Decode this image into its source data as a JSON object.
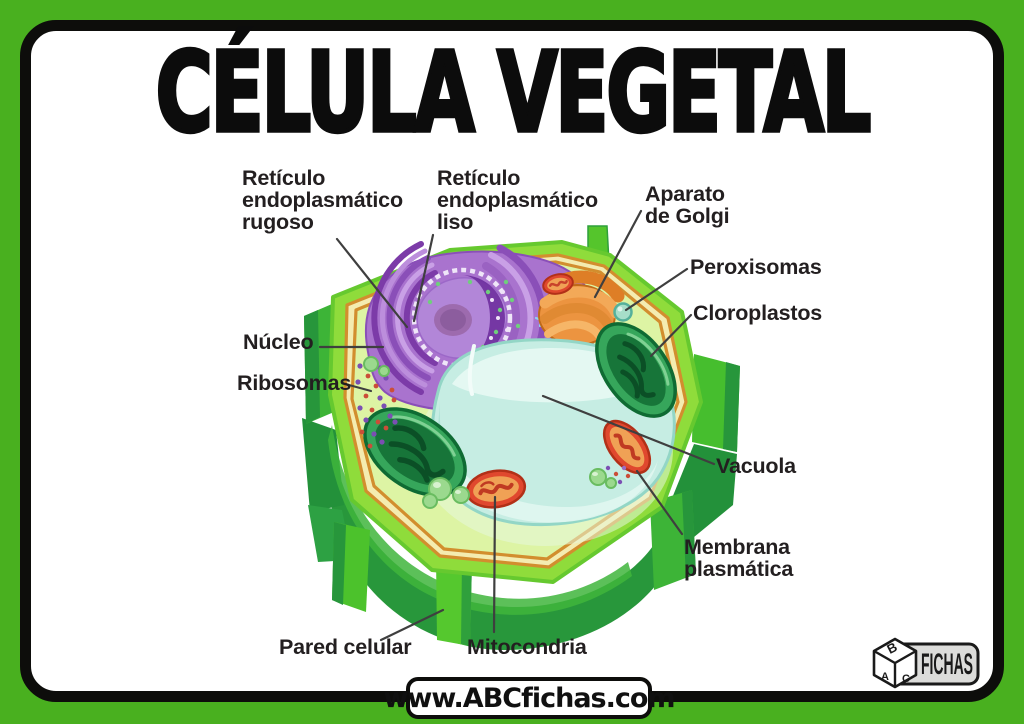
{
  "page": {
    "title": "CÉLULA VEGETAL"
  },
  "labels": {
    "reticulo_rugoso": "Retículo\nendoplasmático\nrugoso",
    "reticulo_liso": "Retículo\nendoplasmático\nliso",
    "aparato_golgi": "Aparato\nde Golgi",
    "peroxisomas": "Peroxisomas",
    "cloroplastos": "Cloroplastos",
    "nucleo": "Núcleo",
    "ribosomas": "Ribosomas",
    "vacuola": "Vacuola",
    "membrana_plasmatica": "Membrana\nplasmática",
    "pared_celular": "Pared celular",
    "mitocondria": "Mitocondria"
  },
  "footer": {
    "website": "www.ABCfichas.com"
  },
  "logo": {
    "cube_top": "B",
    "cube_left": "A",
    "cube_right": "C",
    "brand": "FICHAS"
  },
  "palette": {
    "frame_green": "#49B01F",
    "card_white": "#FFFFFF",
    "border_black": "#0D0D0B",
    "label_text": "#231F20",
    "wall_lime": "#8FDC3B",
    "wall_dark_green": "#28973B",
    "membrane_orange": "#D28E2E",
    "cytoplasm": "#DDF4A4",
    "vacuole_aqua": "#C6EDE3",
    "nucleus_purple": "#A973CE",
    "golgi_orange": "#ED9A43",
    "chloroplast_green": "#2FA055",
    "mitochondria_red": "#E0482E",
    "peroxisome_teal": "#A7DEC9"
  }
}
